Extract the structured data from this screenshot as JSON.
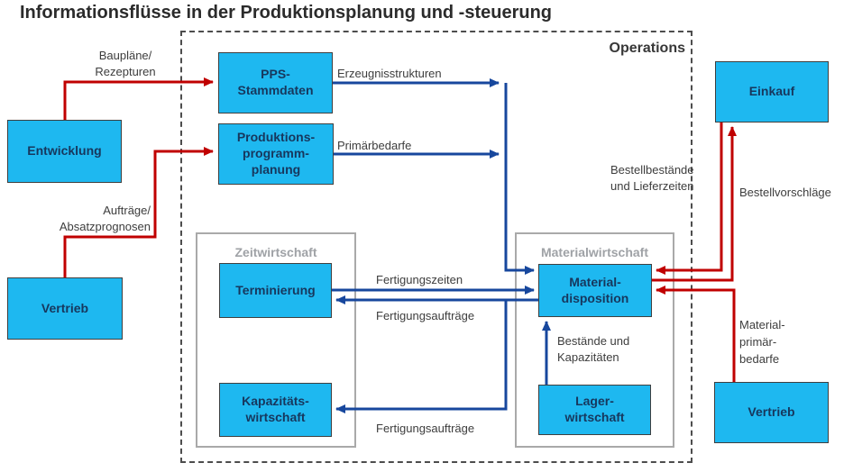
{
  "title": "Informationsflüsse in der Produktionsplanung und -steuerung",
  "operations_label": "Operations",
  "groups": {
    "zeitwirtschaft": "Zeitwirtschaft",
    "materialwirtschaft": "Materialwirtschaft"
  },
  "boxes": {
    "entwicklung": "Entwicklung",
    "vertrieb_left": "Vertrieb",
    "pps_stammdaten": "PPS-\nStammdaten",
    "produktionsprogrammplanung": "Produktions-\nprogramm-\nplanung",
    "terminierung": "Terminierung",
    "kapazitaetswirtschaft": "Kapazitäts-\nwirtschaft",
    "materialdisposition": "Material-\ndisposition",
    "lagerwirtschaft": "Lager-\nwirtschaft",
    "einkauf": "Einkauf",
    "vertrieb_right": "Vertrieb"
  },
  "flow_labels": {
    "bauplaene": "Baupläne/\nRezepturen",
    "auftraege": "Aufträge/\nAbsatzprognosen",
    "erzeugnisstrukturen": "Erzeugnisstrukturen",
    "primaerbedarfe": "Primärbedarfe",
    "fertigungszeiten": "Fertigungszeiten",
    "fertigungsauftraege_1": "Fertigungsaufträge",
    "fertigungsauftraege_2": "Fertigungsaufträge",
    "bestaende_kapazitaeten": "Bestände und\nKapazitäten",
    "bestellbestaende": "Bestellbestände\nund Lieferzeiten",
    "bestellvorschlaege": "Bestellvorschläge",
    "materialprimaerbedarfe": "Material-\nprimär-\nbedarfe"
  },
  "colors": {
    "box_fill": "#1eb8f0",
    "box_border": "#3f3f3f",
    "box_text": "#17375d",
    "arrow_red": "#c00000",
    "arrow_blue": "#17479d",
    "group_gray": "#a9a9a9",
    "dashed_border": "#4d4d4d"
  }
}
